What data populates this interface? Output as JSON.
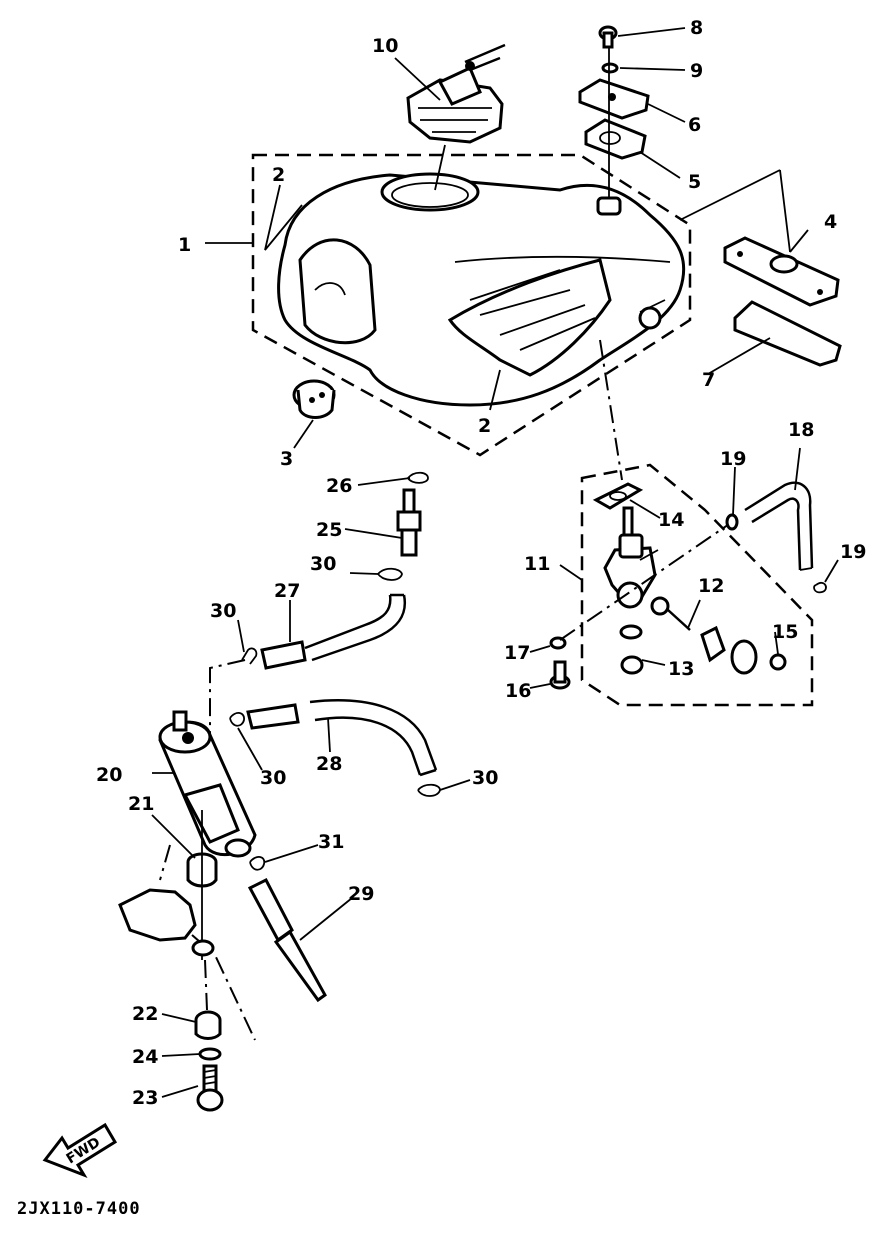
{
  "diagram": {
    "drawing_code": "2JX110-7400",
    "direction_badge": "FWD",
    "callouts": [
      {
        "id": "c1",
        "text": "1"
      },
      {
        "id": "c2a",
        "text": "2"
      },
      {
        "id": "c2b",
        "text": "2"
      },
      {
        "id": "c3",
        "text": "3"
      },
      {
        "id": "c4",
        "text": "4"
      },
      {
        "id": "c5",
        "text": "5"
      },
      {
        "id": "c6",
        "text": "6"
      },
      {
        "id": "c7",
        "text": "7"
      },
      {
        "id": "c8",
        "text": "8"
      },
      {
        "id": "c9",
        "text": "9"
      },
      {
        "id": "c10",
        "text": "10"
      },
      {
        "id": "c11",
        "text": "11"
      },
      {
        "id": "c12",
        "text": "12"
      },
      {
        "id": "c13",
        "text": "13"
      },
      {
        "id": "c14",
        "text": "14"
      },
      {
        "id": "c15",
        "text": "15"
      },
      {
        "id": "c16",
        "text": "16"
      },
      {
        "id": "c17",
        "text": "17"
      },
      {
        "id": "c18",
        "text": "18"
      },
      {
        "id": "c19a",
        "text": "19"
      },
      {
        "id": "c19b",
        "text": "19"
      },
      {
        "id": "c20",
        "text": "20"
      },
      {
        "id": "c21",
        "text": "21"
      },
      {
        "id": "c22",
        "text": "22"
      },
      {
        "id": "c23",
        "text": "23"
      },
      {
        "id": "c24",
        "text": "24"
      },
      {
        "id": "c25",
        "text": "25"
      },
      {
        "id": "c26",
        "text": "26"
      },
      {
        "id": "c27",
        "text": "27"
      },
      {
        "id": "c28",
        "text": "28"
      },
      {
        "id": "c29",
        "text": "29"
      },
      {
        "id": "c30a",
        "text": "30"
      },
      {
        "id": "c30b",
        "text": "30"
      },
      {
        "id": "c30c",
        "text": "30"
      },
      {
        "id": "c30d",
        "text": "30"
      },
      {
        "id": "c31",
        "text": "31"
      }
    ]
  }
}
